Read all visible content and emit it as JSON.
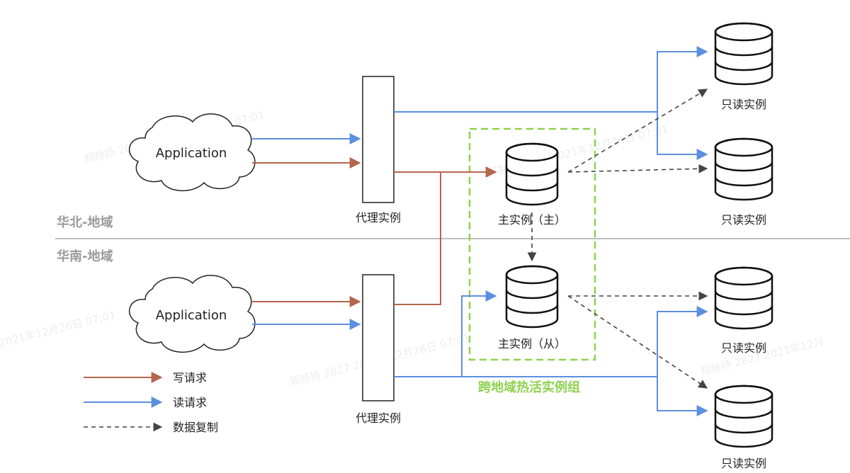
{
  "regions": {
    "north": "华北-地域",
    "south": "华南-地域"
  },
  "applications": {
    "top": "Application",
    "bottom": "Application"
  },
  "proxies": {
    "top": "代理实例",
    "bottom": "代理实例"
  },
  "primaries": {
    "main": "主实例（主）",
    "standby": "主实例（从）"
  },
  "group_label": "跨地域热活实例组",
  "readonly": {
    "r1": "只读实例",
    "r2": "只读实例",
    "r3": "只读实例",
    "r4": "只读实例"
  },
  "legend": {
    "write": "写请求",
    "read": "读请求",
    "replication": "数据复制"
  },
  "watermarks": {
    "w1": "郑赫扬 2827 2021年12月26日 07:01",
    "w2": "郑赫扬 2827 2021年12月26日 07:01",
    "w3": "郑赫扬 2827 2021年12月26日 07:01",
    "w4": "2021年12月26日 07:01",
    "w5": "郑赫扬 2827 2021年12月"
  },
  "colors": {
    "write": "#b5654f",
    "read": "#5b8fe0",
    "replication": "#555555",
    "group_border": "#8fd14f",
    "region_divider": "#aaaaaa"
  }
}
